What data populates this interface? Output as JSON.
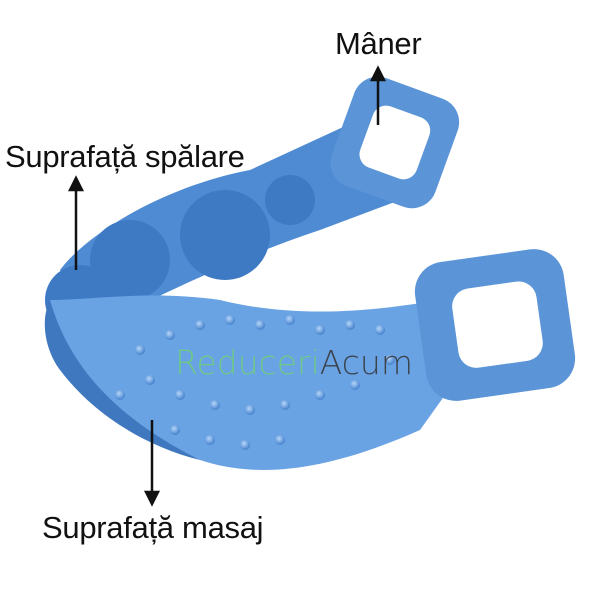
{
  "labels": {
    "handle": "Mâner",
    "wash_surface": "Suprafață spălare",
    "massage_surface": "Suprafață masaj"
  },
  "watermark": {
    "part1": "Reduceri",
    "part2": "Acum"
  },
  "colors": {
    "brush": "#5a93d6",
    "brush_dark": "#3f78bf",
    "brush_light": "#8ab8ec",
    "watermark_green": "#6fcf7a"
  },
  "icons": [
    "arrow-up-icon",
    "arrow-down-icon",
    "brush-product-image",
    "watermark-logo-icon"
  ]
}
